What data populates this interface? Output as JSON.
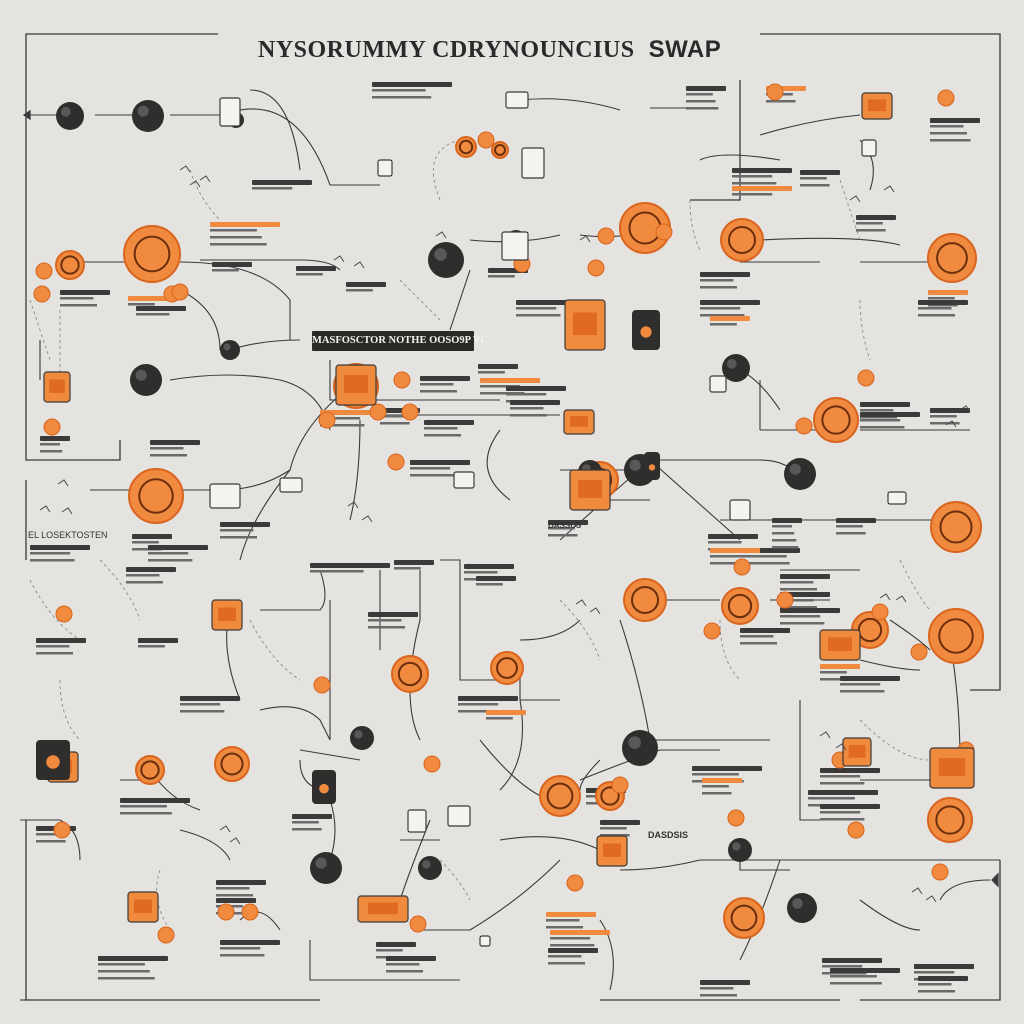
{
  "header": {
    "title": "NYSORUMMY CDRYNOUNCIUS",
    "title_suffix": "SWAP"
  },
  "banner_label": "MASFOSCTOR NOTHE OOSO9P VC",
  "node_labels": {
    "left_cluster": "EL LOSEKTOSTEN",
    "bottom_right": "DASDSIS",
    "mid_right": "DASSUS"
  },
  "colors": {
    "background": "#e4e3e0",
    "accent": "#f08a3e",
    "accent_dark": "#d9641e",
    "node_dark": "#2f2e2d",
    "line": "#3a3a3a"
  },
  "icons": [
    "coin-icon",
    "lock-icon",
    "wallet-icon",
    "hand-icon",
    "document-icon",
    "chart-icon"
  ]
}
